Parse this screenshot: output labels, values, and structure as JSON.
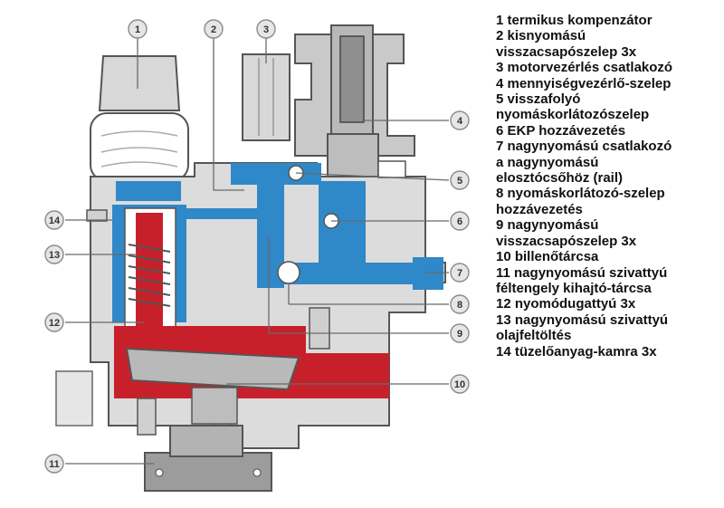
{
  "diagram": {
    "callouts": [
      "1",
      "2",
      "3",
      "4",
      "5",
      "6",
      "7",
      "8",
      "9",
      "10",
      "11",
      "12",
      "13",
      "14"
    ],
    "colors": {
      "housing": "#dcdcdc",
      "housing_dark": "#9c9c9c",
      "fuel_low_pressure": "#2f88c7",
      "high_pressure_oil": "#c8202b",
      "outline": "#555555"
    }
  },
  "legend": [
    "1 termikus kompenzátor",
    "2 kisnyomású",
    "visszacsapószelep 3x",
    "3 motorvezérlés csatlakozó",
    "4 mennyiségvezérlő-szelep",
    "5 visszafolyó",
    "nyomáskorlátozószelep",
    "6 EKP hozzávezetés",
    "7 nagynyomású csatlakozó",
    "a nagynyomású",
    "elosztócsőhöz (rail)",
    "8 nyomáskorlátozó-szelep",
    "hozzávezetés",
    "9 nagynyomású",
    "visszacsapószelep 3x",
    "10 billenőtárcsa",
    "11 nagynyomású szivattyú",
    "féltengely kihajtó-tárcsa",
    "12 nyomódugattyú 3x",
    "13 nagynyomású szivattyú",
    "olajfeltöltés",
    "14 tüzelőanyag-kamra 3x"
  ]
}
